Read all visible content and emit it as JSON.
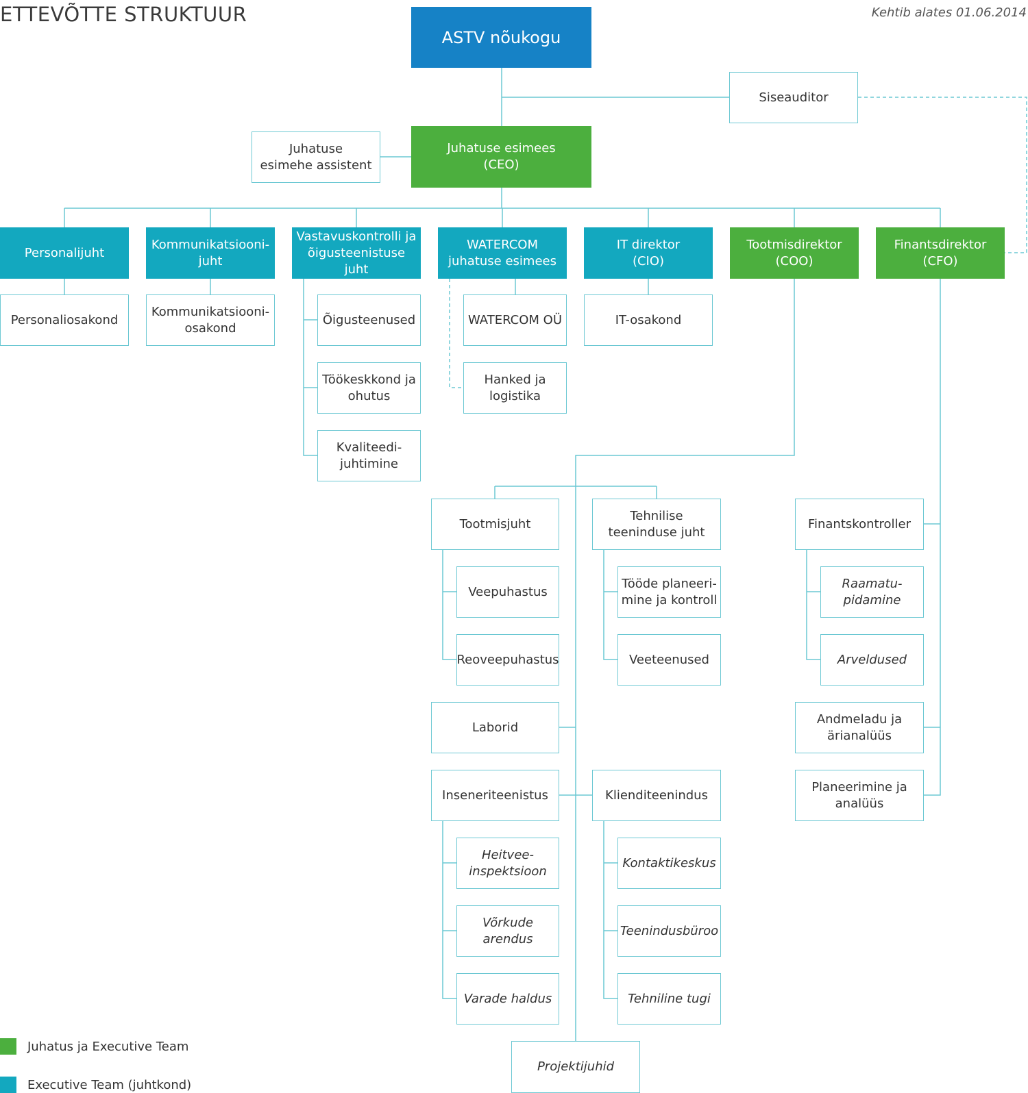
{
  "header": {
    "title": "ETTEVÕTTE STRUKTUUR",
    "effective_date": "Kehtib alates 01.06.2014"
  },
  "colors": {
    "board": "#1682c6",
    "executive": "#4caf3e",
    "team": "#13a8bf",
    "line": "#6cc8d3"
  },
  "nodes": {
    "board": "ASTV nõukogu",
    "internal_auditor": "Siseauditor",
    "ceo_assistant": "Juhatuse\nesimehe assistent",
    "ceo": "Juhatuse esimees\n(CEO)",
    "hr_head": "Personalijuht",
    "comms_head": "Kommunikatsiooni-\njuht",
    "compliance_head": "Vastavuskontrolli ja\nõigusteenistuse juht",
    "watercom_chair": "WATERCOM\njuhatuse esimees",
    "cio": "IT direktor\n(CIO)",
    "coo": "Tootmisdirektor\n(COO)",
    "cfo": "Finantsdirektor\n(CFO)",
    "hr_dept": "Personaliosakond",
    "comms_dept": "Kommunikatsiooni-\nosakond",
    "legal_services": "Õigusteenused",
    "safety": "Töökeskkond ja\nohutus",
    "quality": "Kvaliteedi-\njuhtimine",
    "watercom_ou": "WATERCOM OÜ",
    "procurement": "Hanked ja\nlogistika",
    "it_dept": "IT-osakond",
    "production_head": "Tootmisjuht",
    "tech_service_head": "Tehnilise\nteeninduse juht",
    "water_treatment": "Veepuhastus",
    "wastewater_treatment": "Reoveepuhastus",
    "works_planning": "Tööde planeeri-\nmine ja kontroll",
    "water_services": "Veeteenused",
    "laboratories": "Laborid",
    "engineering": "Inseneriteenistus",
    "customer_service": "Klienditeenindus",
    "discharge_inspection": "Heitvee-\ninspektsioon",
    "network_development": "Võrkude arendus",
    "asset_management": "Varade haldus",
    "contact_center": "Kontaktikeskus",
    "service_bureau": "Teenindusbüroo",
    "technical_support": "Tehniline tugi",
    "project_managers": "Projektijuhid",
    "financial_controller": "Finantskontroller",
    "accounting": "Raamatu-\npidamine",
    "settlements": "Arveldused",
    "data_warehouse": "Andmeladu ja\närianalüüs",
    "planning_analysis": "Planeerimine ja\nanalüüs"
  },
  "legend": [
    {
      "label": "Juhatus ja Executive Team",
      "color": "#4caf3e"
    },
    {
      "label": "Executive Team (juhtkond)",
      "color": "#13a8bf"
    }
  ]
}
